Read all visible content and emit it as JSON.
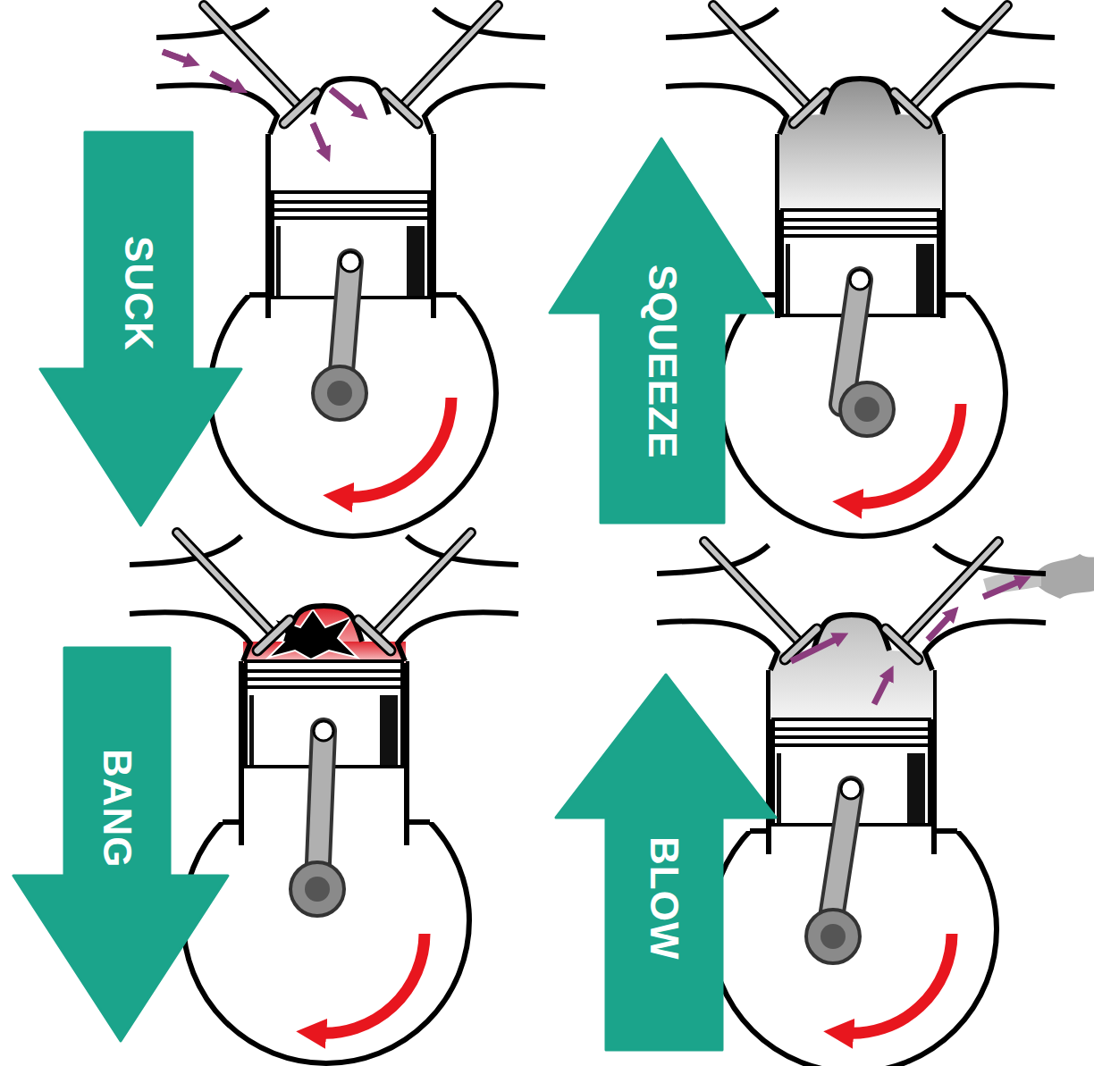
{
  "diagram": {
    "nodes": [
      {
        "text": [
          "SUCK"
        ]
      },
      {
        "text": [
          "SQUEEZE"
        ]
      },
      {
        "text": [
          "BANG"
        ]
      },
      {
        "text": [
          "BLOW"
        ]
      }
    ]
  }
}
